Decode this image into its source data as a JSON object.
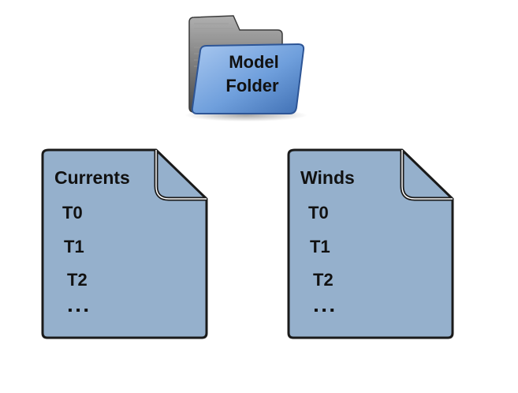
{
  "folder": {
    "label_line1": "Model",
    "label_line2": "Folder",
    "icon": "folder-icon",
    "front_color": "#5b8fd4",
    "back_color": "#7d7d7d"
  },
  "documents": [
    {
      "title": "Currents",
      "items": [
        "T0",
        "T1",
        "T2"
      ],
      "ellipsis": "▪ ▪ ▪",
      "icon": "document-icon"
    },
    {
      "title": "Winds",
      "items": [
        "T0",
        "T1",
        "T2"
      ],
      "ellipsis": "▪ ▪ ▪",
      "icon": "document-icon"
    }
  ],
  "colors": {
    "document_fill": "#95b0cc",
    "document_outline": "#1a1a1a"
  }
}
